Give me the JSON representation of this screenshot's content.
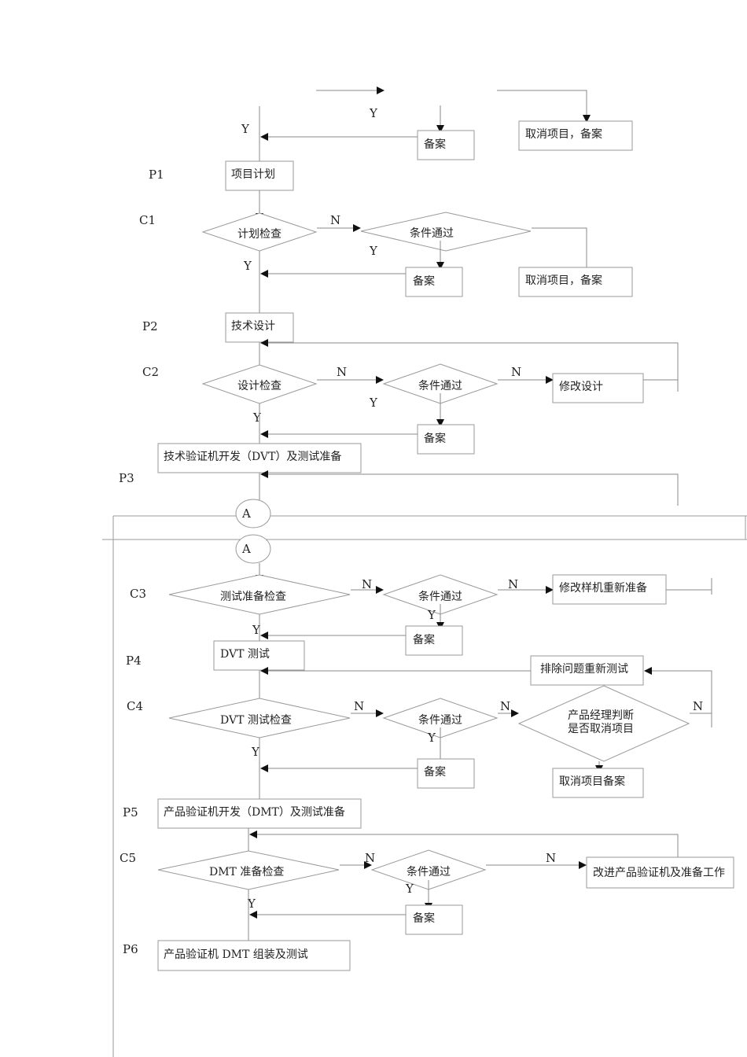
{
  "labels": {
    "p1": "P1",
    "c1": "C1",
    "p2": "P2",
    "c2": "C2",
    "p3": "P3",
    "c3": "C3",
    "p4": "P4",
    "c4": "C4",
    "p5": "P5",
    "c5": "C5",
    "p6": "P6"
  },
  "yn": {
    "yes": "Y",
    "no": "N"
  },
  "connector": "A",
  "boxes": {
    "archive": "备案",
    "cancel_archive": "取消项目，备案",
    "project_plan": "项目计划",
    "tech_design": "技术设计",
    "modify_design": "修改设计",
    "dvt_dev": "技术验证机开发（DVT）及测试准备",
    "modify_prototype": "修改样机重新准备",
    "dvt_test": "DVT 测试",
    "retest": "排除问题重新测试",
    "cancel_archive2": "取消项目备案",
    "dmt_dev": "产品验证机开发（DMT）及测试准备",
    "improve_dmt": "改进产品验证机及准备工作",
    "dmt_test": "产品验证机 DMT 组装及测试"
  },
  "diamonds": {
    "plan_check": "计划检查",
    "conditional_pass": "条件通过",
    "design_check": "设计检查",
    "test_prep_check": "测试准备检查",
    "dvt_check": "DVT 测试检查",
    "dmt_check": "DMT 准备检查",
    "pm_decide_1": "产品经理判断",
    "pm_decide_2": "是否取消项目"
  }
}
